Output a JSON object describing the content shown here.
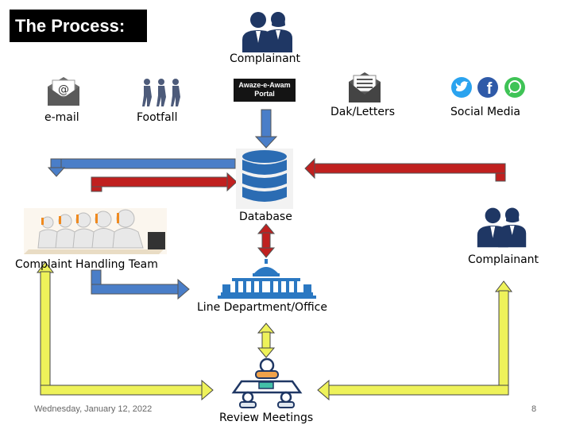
{
  "title": "The Process:",
  "labels": {
    "complainant_top": "Complainant",
    "email": "e-mail",
    "footfall": "Footfall",
    "portal_line1": "Awaze-e-Awam",
    "portal_line2": "Portal",
    "dak_letters": "Dak/Letters",
    "social_media": "Social Media",
    "database": "Database",
    "complainant_right": "Complainant",
    "complaint_handling_team": "Complaint Handling Team",
    "line_department": "Line Department/Office",
    "review_meetings": "Review Meetings"
  },
  "footer": {
    "date": "Wednesday, January 12, 2022",
    "page_number": "8"
  },
  "colors": {
    "blue_arrow": "#4a7ec8",
    "red_arrow": "#c0201f",
    "yellow_arrow": "#eef25a",
    "navy_icon": "#1f3764",
    "database_blue": "#2b6cb3"
  }
}
